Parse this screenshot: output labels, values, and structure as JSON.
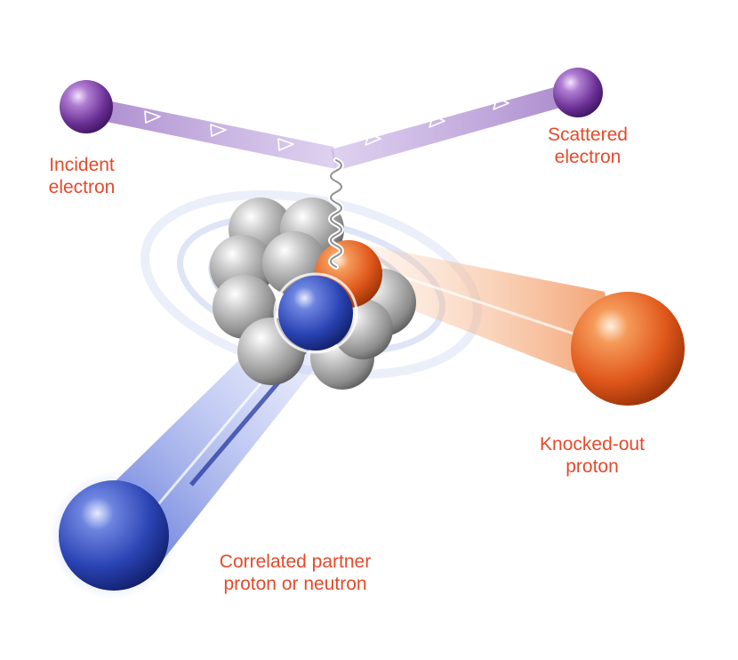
{
  "labels": {
    "incident": [
      "Incident",
      "electron"
    ],
    "scattered": [
      "Scattered",
      "electron"
    ],
    "knocked_out": [
      "Knocked-out",
      "proton"
    ],
    "partner": [
      "Correlated partner",
      "proton or neutron"
    ]
  },
  "colors": {
    "label_text": "#e64a2a",
    "electron": "#7b3fa0",
    "electron_beam": "#b89ad6",
    "proton": "#e8641e",
    "proton_beam": "#f6b592",
    "partner": "#2d47b8",
    "partner_beam": "#8a9ae0",
    "nucleon_gray": "#9a9a9a",
    "photon_line": "#ffffff"
  },
  "icons": {
    "electron_particle": "purple-sphere",
    "proton_particle": "orange-sphere",
    "partner_particle": "blue-sphere",
    "nucleus": "gray-sphere-cluster",
    "virtual_photon": "wavy-line"
  }
}
